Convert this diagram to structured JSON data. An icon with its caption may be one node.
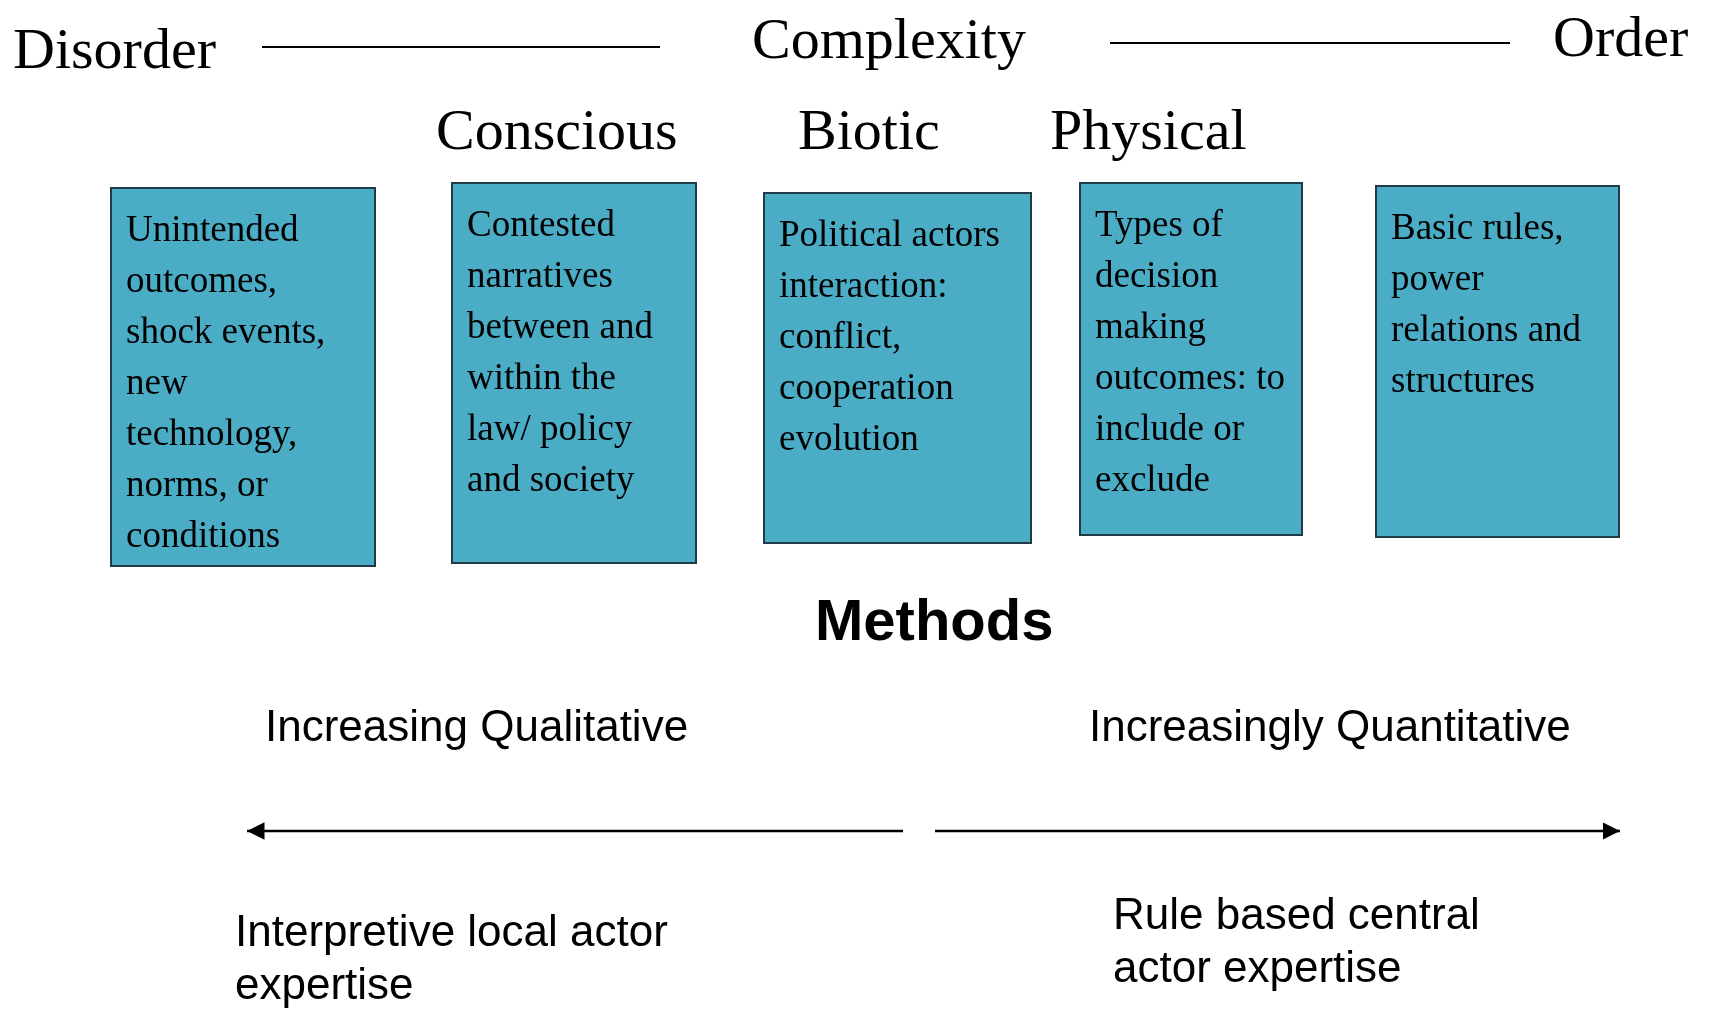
{
  "diagram": {
    "nodes": [
      {
        "text": [
          "Unintended outcomes, shock events, new technology, norms, or conditions"
        ]
      },
      {
        "text": [
          "Contested narratives between and within the law/ policy and society"
        ]
      },
      {
        "text": [
          "Political actors interaction: conflict, cooperation evolution"
        ]
      },
      {
        "text": [
          "Types of decision making outcomes: to include or exclude"
        ]
      },
      {
        "text": [
          "Basic rules, power relations and structures"
        ]
      }
    ],
    "labels": [
      "Disorder",
      "Complexity",
      "Order",
      "Conscious",
      "Biotic",
      "Physical",
      "Methods",
      "Increasing Qualitative",
      "Increasingly Quantitative",
      "Interpretive local actor expertise",
      "Rule based central actor expertise"
    ]
  }
}
